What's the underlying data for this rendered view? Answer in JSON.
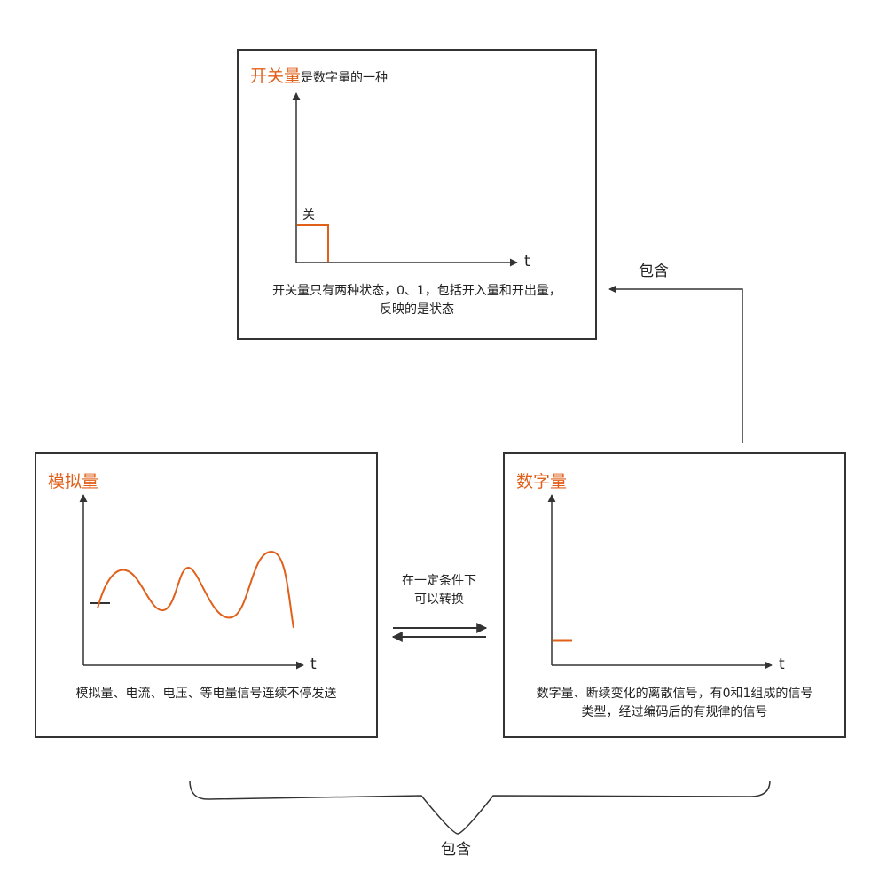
{
  "switch_box": {
    "title_highlight": "开关量",
    "title_rest": "是数字量的一种",
    "signal_label": "关",
    "axis_label": "t",
    "desc_line1": "开关量只有两种状态，0、1，包括开入量和开出量，",
    "desc_line2": "反映的是状态"
  },
  "analog_box": {
    "title": "模拟量",
    "axis_label": "t",
    "desc": "模拟量、电流、电压、等电量信号连续不停发送"
  },
  "digital_box": {
    "title": "数字量",
    "axis_label": "t",
    "desc_line1": "数字量、断续变化的离散信号，有0和1组成的信号",
    "desc_line2": "类型，经过编码后的有规律的信号"
  },
  "conversion": {
    "line1": "在一定条件下",
    "line2": "可以转换"
  },
  "contain_right": "包含",
  "contain_bottom": "包含",
  "colors": {
    "accent": "#e0601a",
    "line": "#333333"
  }
}
